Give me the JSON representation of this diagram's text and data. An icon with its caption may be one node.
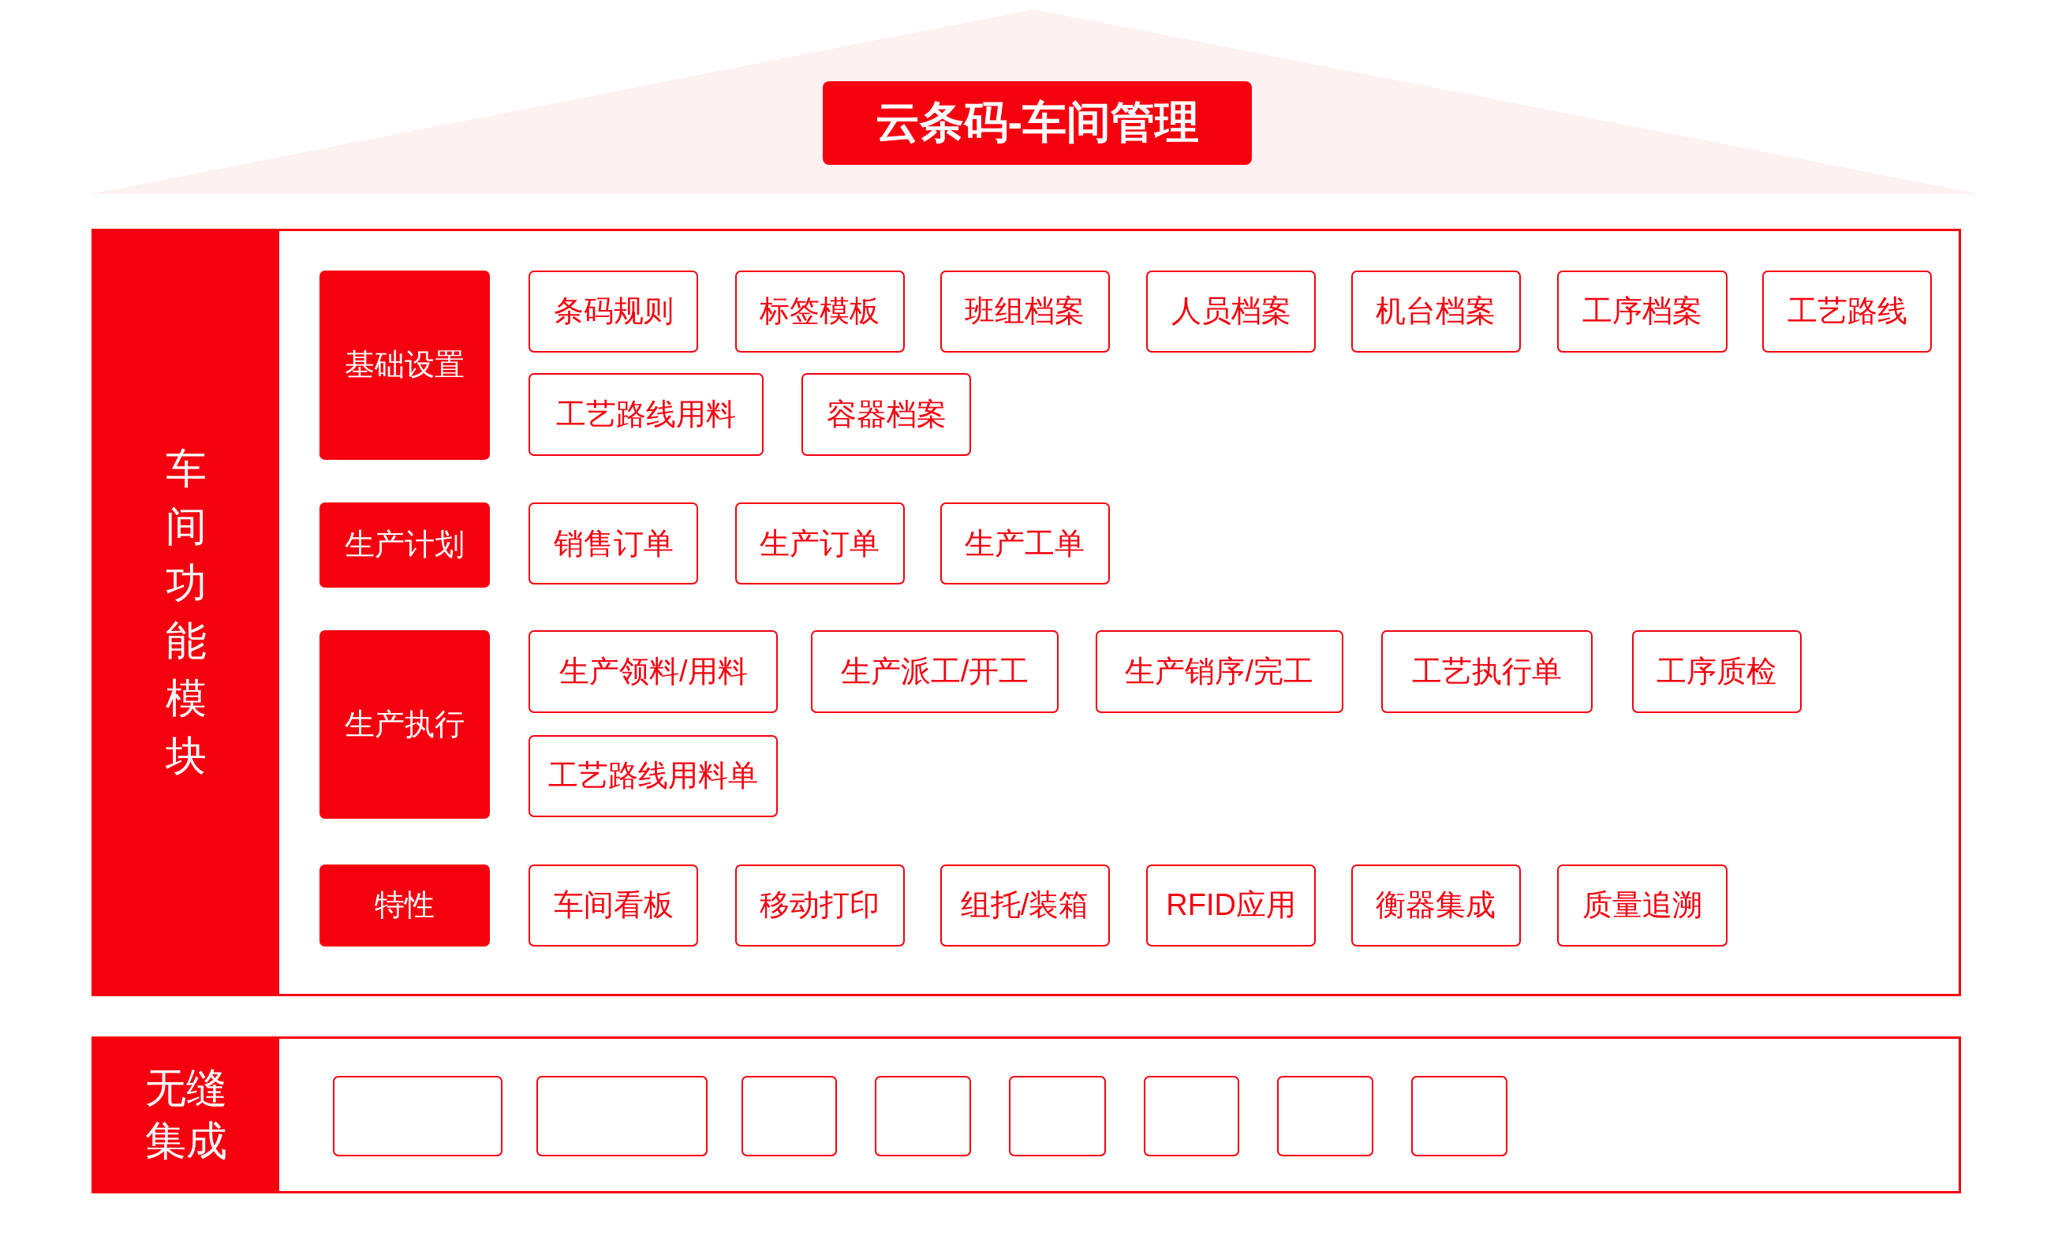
{
  "diagram": {
    "nodes": [
      {
        "text": [
          "云条码-车间管理"
        ]
      },
      {
        "text": [
          "车间功能模块"
        ]
      },
      {
        "text": [
          "基础设置"
        ],
        "in": 1
      },
      {
        "text": [
          "条码规则"
        ],
        "in": 1
      },
      {
        "text": [
          "标签模板"
        ],
        "in": 1
      },
      {
        "text": [
          "班组档案"
        ],
        "in": 1
      },
      {
        "text": [
          "人员档案"
        ],
        "in": 1
      },
      {
        "text": [
          "机台档案"
        ],
        "in": 1
      },
      {
        "text": [
          "工序档案"
        ],
        "in": 1
      },
      {
        "text": [
          "工艺路线"
        ],
        "in": 1
      },
      {
        "text": [
          "工艺路线用料"
        ],
        "in": 1
      },
      {
        "text": [
          "容器档案"
        ],
        "in": 1
      },
      {
        "text": [
          "生产计划"
        ],
        "in": 1
      },
      {
        "text": [
          "销售订单"
        ],
        "in": 1
      },
      {
        "text": [
          "生产订单"
        ],
        "in": 1
      },
      {
        "text": [
          "生产工单"
        ],
        "in": 1
      },
      {
        "text": [
          "生产执行"
        ],
        "in": 1
      },
      {
        "text": [
          "生产领料/用料"
        ],
        "in": 1
      },
      {
        "text": [
          "生产派工/开工"
        ],
        "in": 1
      },
      {
        "text": [
          "生产销序/完工"
        ],
        "in": 1
      },
      {
        "text": [
          "工艺执行单"
        ],
        "in": 1
      },
      {
        "text": [
          "工序质检"
        ],
        "in": 1
      },
      {
        "text": [
          "工艺路线用料单"
        ],
        "in": 1
      },
      {
        "text": [
          "特性"
        ],
        "in": 1
      },
      {
        "text": [
          "车间看板"
        ],
        "in": 1
      },
      {
        "text": [
          "移动打印"
        ],
        "in": 1
      },
      {
        "text": [
          "组托/装箱"
        ],
        "in": 1
      },
      {
        "text": [
          "RFID应用"
        ],
        "in": 1
      },
      {
        "text": [
          "衡器集成"
        ],
        "in": 1
      },
      {
        "text": [
          "质量追溯"
        ],
        "in": 1
      },
      {
        "text": [
          "无缝集成"
        ]
      },
      {
        "text": [],
        "shape": "box",
        "in": 30
      },
      {
        "text": [],
        "shape": "box",
        "in": 30
      },
      {
        "text": [],
        "shape": "box",
        "in": 30
      },
      {
        "text": [],
        "shape": "box",
        "in": 30
      },
      {
        "text": [],
        "shape": "box",
        "in": 30
      },
      {
        "text": [],
        "shape": "box",
        "in": 30
      },
      {
        "text": [],
        "shape": "box",
        "in": 30
      },
      {
        "text": [],
        "shape": "box",
        "in": 30
      }
    ],
    "edges": []
  }
}
